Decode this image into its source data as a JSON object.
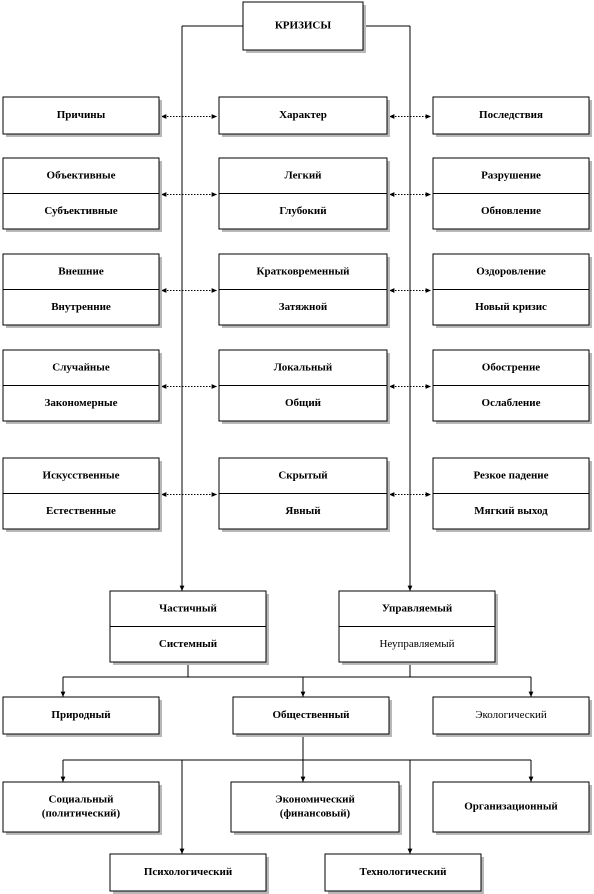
{
  "root": "КРИЗИСЫ",
  "grid_rows": [
    [
      "Причины",
      "Характер",
      "Последствия"
    ],
    [
      [
        "Объективные",
        "Субъективные"
      ],
      [
        "Легкий",
        "Глубокий"
      ],
      [
        "Разрушение",
        "Обновление"
      ]
    ],
    [
      [
        "Внешние",
        "Внутренние"
      ],
      [
        "Кратковременный",
        "Затяжной"
      ],
      [
        "Оздоровление",
        "Новый кризис"
      ]
    ],
    [
      [
        "Случайные",
        "Закономерные"
      ],
      [
        "Локальный",
        "Общий"
      ],
      [
        "Обострение",
        "Ослабление"
      ]
    ],
    [
      [
        "Искусственные",
        "Естественные"
      ],
      [
        "Скрытый",
        "Явный"
      ],
      [
        "Резкое падение",
        "Мягкий выход"
      ]
    ]
  ],
  "mid_boxes": [
    [
      "Частичный",
      "Системный"
    ],
    [
      "Управляемый",
      "Неуправляемый"
    ]
  ],
  "row_kinds": [
    "Природный",
    "Общественный",
    "Экологический"
  ],
  "row_social": [
    [
      "Социальный",
      "(политический)"
    ],
    [
      "Экономический",
      "(финансовый)"
    ],
    [
      "Организационный"
    ]
  ],
  "row_bottom": [
    "Психологический",
    "Технологический"
  ]
}
